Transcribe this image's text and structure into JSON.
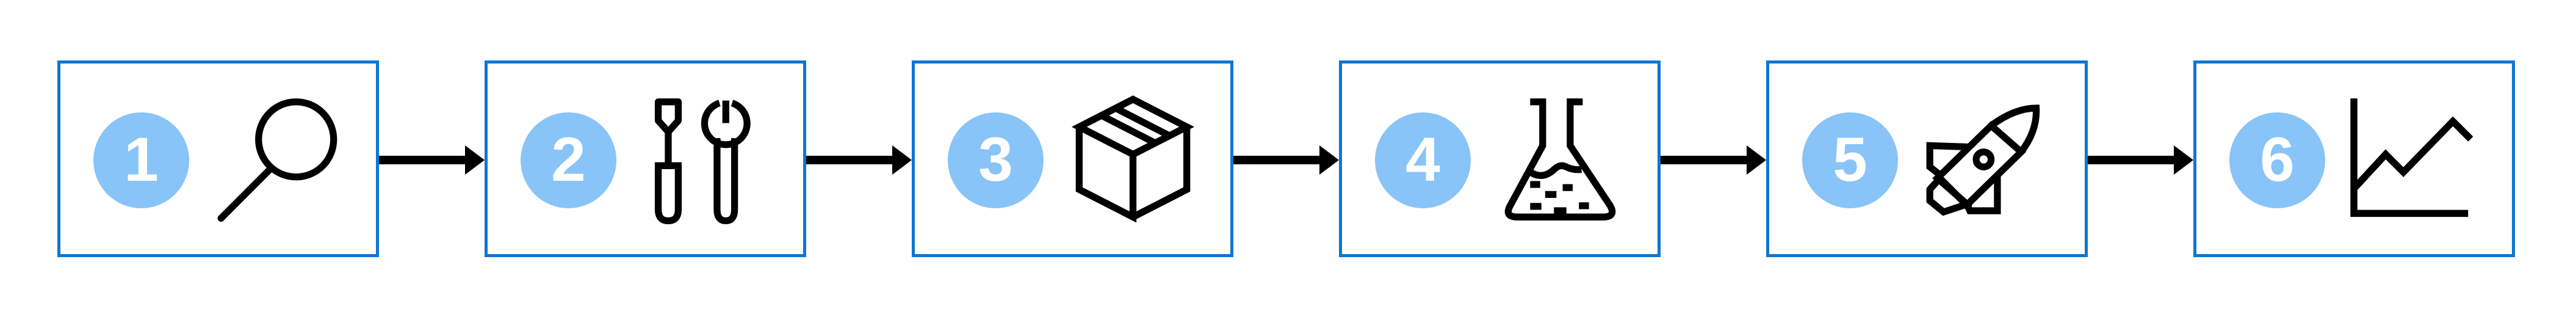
{
  "flow": {
    "description": "six-step process flow, left to right",
    "steps": [
      {
        "number": "1",
        "icon": "magnifier"
      },
      {
        "number": "2",
        "icon": "tools"
      },
      {
        "number": "3",
        "icon": "package"
      },
      {
        "number": "4",
        "icon": "flask"
      },
      {
        "number": "5",
        "icon": "rocket"
      },
      {
        "number": "6",
        "icon": "line-chart"
      }
    ],
    "connector": "arrow-right"
  },
  "colors": {
    "box_border": "#0d76d4",
    "badge_fill": "#88c4f7",
    "badge_text": "#ffffff",
    "icon_stroke": "#000000",
    "arrow": "#000000",
    "background": "#ffffff"
  }
}
